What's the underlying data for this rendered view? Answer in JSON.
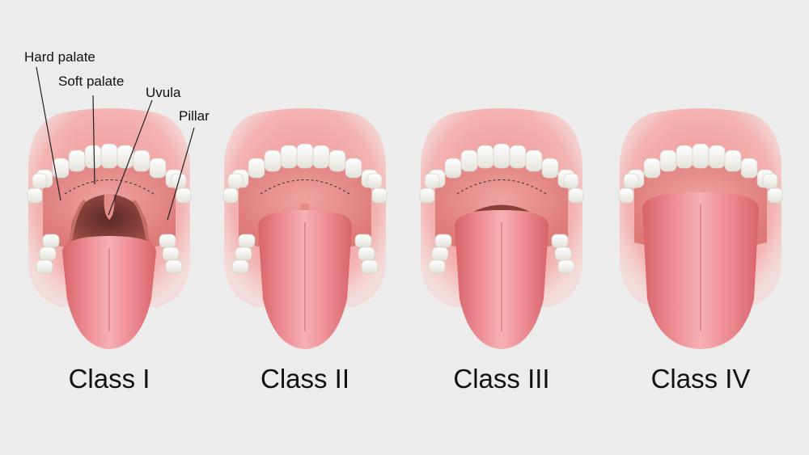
{
  "colors": {
    "background": "#ececec",
    "gum": "#ec9a9a",
    "gum_light": "#f6c4c2",
    "mouth_inner": "#e58a88",
    "throat": "#7a3c35",
    "tongue": "#e8797e",
    "tongue_light": "#f4a7ab",
    "tooth": "#f6f6f2",
    "label_text": "#111111",
    "leader_line": "#222222"
  },
  "anatomy_labels": {
    "hard_palate": "Hard palate",
    "soft_palate": "Soft palate",
    "uvula": "Uvula",
    "pillar": "Pillar"
  },
  "panels": [
    {
      "caption": "Class I",
      "visible": "soft palate, uvula, pillars"
    },
    {
      "caption": "Class II",
      "visible": "soft palate, uvula"
    },
    {
      "caption": "Class III",
      "visible": "soft palate"
    },
    {
      "caption": "Class IV",
      "visible": "hard palate only"
    }
  ]
}
